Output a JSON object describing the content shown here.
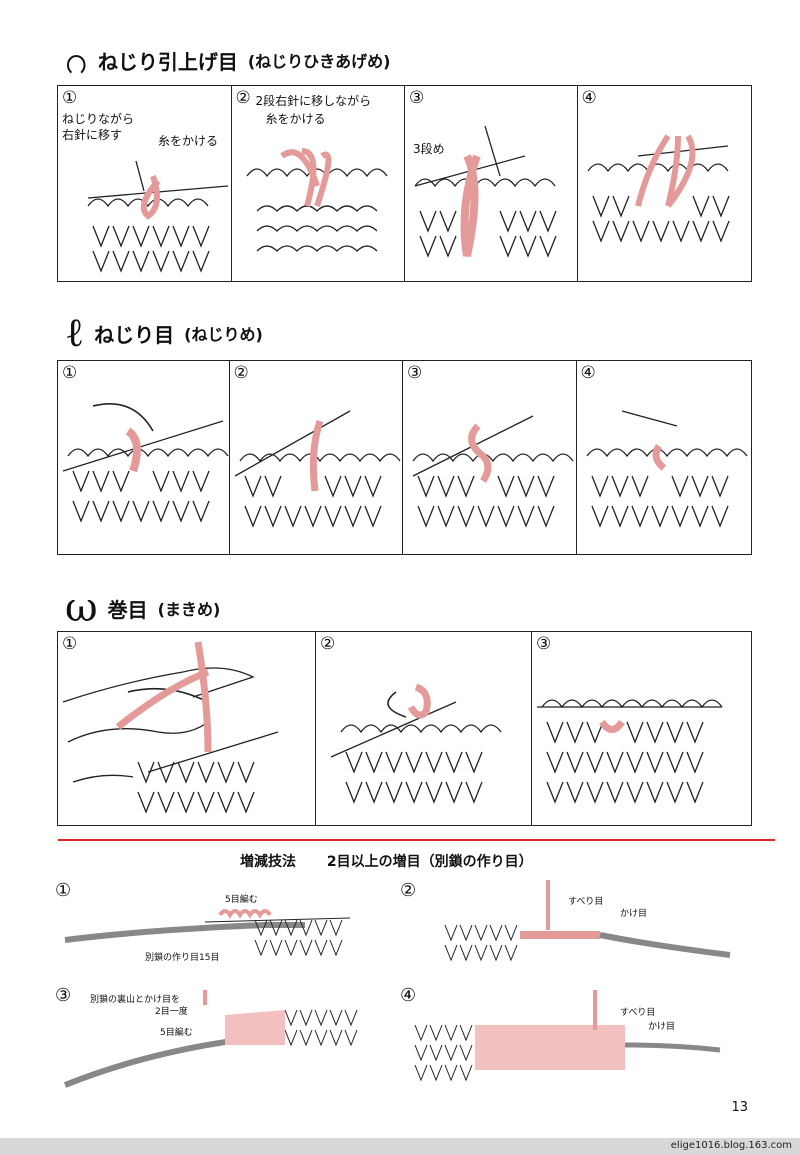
{
  "sections": {
    "s1": {
      "symbol": "ဂ",
      "title": "ねじり引上げ目",
      "reading": "(ねじりひきあげめ)",
      "panels": [
        {
          "num": "①",
          "notes": [
            "ねじりながら",
            "右針に移す",
            "糸をかける"
          ]
        },
        {
          "num": "②",
          "notes": [
            "2段右針に移しながら",
            "糸をかける"
          ]
        },
        {
          "num": "③",
          "notes": [
            "3段め"
          ]
        },
        {
          "num": "④",
          "notes": []
        }
      ]
    },
    "s2": {
      "symbol": "ℓ",
      "title": "ねじり目",
      "reading": "(ねじりめ)",
      "panels": [
        {
          "num": "①"
        },
        {
          "num": "②"
        },
        {
          "num": "③"
        },
        {
          "num": "④"
        }
      ]
    },
    "s3": {
      "symbol": "ω",
      "title": "巻目",
      "reading": "(まきめ)",
      "panels": [
        {
          "num": "①"
        },
        {
          "num": "②"
        },
        {
          "num": "③"
        }
      ]
    }
  },
  "increase": {
    "heading": "増減技法",
    "subheading": "2目以上の増目（別鎖の作り目）",
    "panels": [
      {
        "num": "①",
        "notes": [
          "5目編む",
          "別鎖の作り目15目"
        ]
      },
      {
        "num": "②",
        "notes": [
          "すべり目",
          "かけ目"
        ]
      },
      {
        "num": "③",
        "notes": [
          "別鎖の裏山とかけ目を",
          "2目一度",
          "5目編む"
        ]
      },
      {
        "num": "④",
        "notes": [
          "すべり目",
          "かけ目"
        ]
      }
    ]
  },
  "page_number": "13",
  "footer_url": "elige1016.blog.163.com",
  "colors": {
    "yarn_pink": "#e59a9a",
    "line": "#222222",
    "rule_red": "#d7262e"
  }
}
